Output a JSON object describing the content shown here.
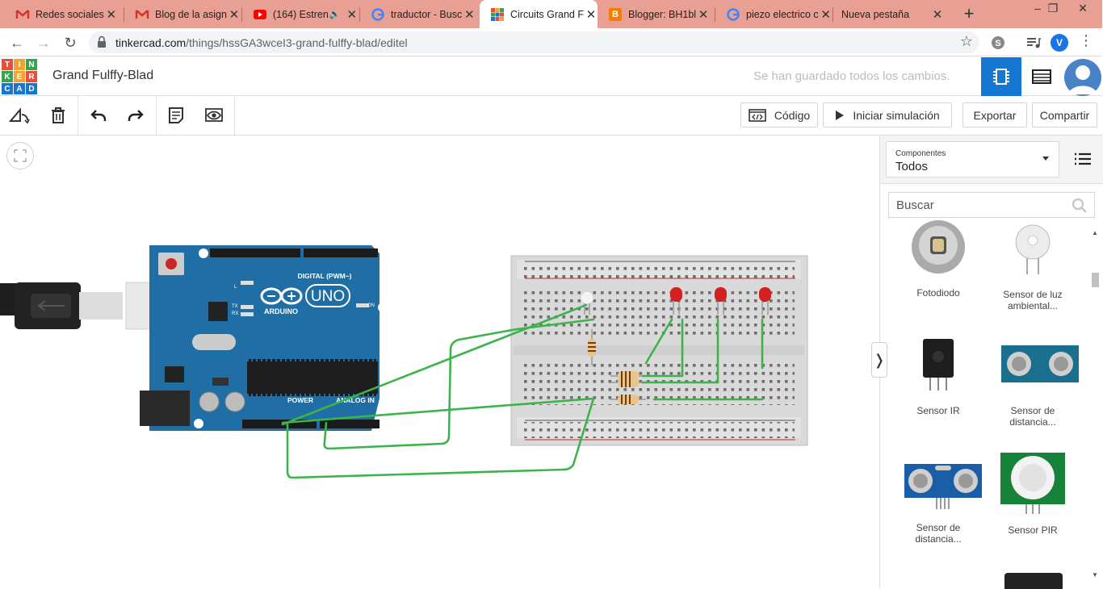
{
  "browser": {
    "tabs": [
      {
        "title": "Redes sociales",
        "icon": "gmail-icon",
        "active": false
      },
      {
        "title": "Blog de la asign",
        "icon": "gmail-icon",
        "active": false
      },
      {
        "title": "(164) Estren",
        "icon": "youtube-icon",
        "active": false
      },
      {
        "title": "traductor - Busc",
        "icon": "google-icon",
        "active": false
      },
      {
        "title": "Circuits Grand F",
        "icon": "tinkercad-icon",
        "active": true
      },
      {
        "title": "Blogger: BH1bl",
        "icon": "blogger-icon",
        "active": false
      },
      {
        "title": "piezo electrico c",
        "icon": "google-icon",
        "active": false
      },
      {
        "title": "Nueva pestaña",
        "icon": "none",
        "active": false
      }
    ],
    "new_tab": "+",
    "window_controls": [
      "–",
      "❐",
      "✕"
    ],
    "url_host": "tinkercad.com",
    "url_path": "/things/hssGA3wceI3-grand-fulffy-blad/editel",
    "profile_initial": "V"
  },
  "header": {
    "logo_letters": [
      "T",
      "I",
      "N",
      "K",
      "E",
      "R",
      "C",
      "A",
      "D"
    ],
    "project_title": "Grand Fulffy-Blad",
    "save_status": "Se han guardado todos los cambios."
  },
  "toolbar": {
    "code_label": "Código",
    "simulate_label": "Iniciar simulación",
    "export_label": "Exportar",
    "share_label": "Compartir"
  },
  "panel": {
    "components_caption": "Componentes",
    "components_value": "Todos",
    "search_placeholder": "Buscar",
    "items": [
      {
        "name": "Fotodiodo",
        "icon": "photodiode-icon"
      },
      {
        "name": "Sensor de luz ambiental...",
        "icon": "ambient-light-sensor-icon"
      },
      {
        "name": "Sensor IR",
        "icon": "ir-sensor-icon"
      },
      {
        "name": "Sensor de distancia...",
        "icon": "pir-distance-sensor-icon"
      },
      {
        "name": "Sensor de distancia...",
        "icon": "ultrasonic-sensor-icon"
      },
      {
        "name": "Sensor PIR",
        "icon": "pir-sensor-icon"
      }
    ]
  },
  "arduino": {
    "brand": "ARDUINO",
    "model": "UNO",
    "digital_label": "DIGITAL (PWM~)",
    "power_label": "POWER",
    "analog_label": "ANALOG IN",
    "on_label": "ON",
    "l_label": "L",
    "tx_label": "TX",
    "rx_label": "RX"
  },
  "colors": {
    "tinkercad_blue": "#1477d1",
    "arduino_blue": "#1f6ea6",
    "wire_green": "#3cb44b",
    "led_red": "#d32020",
    "tab_strip": "#e8a094"
  }
}
